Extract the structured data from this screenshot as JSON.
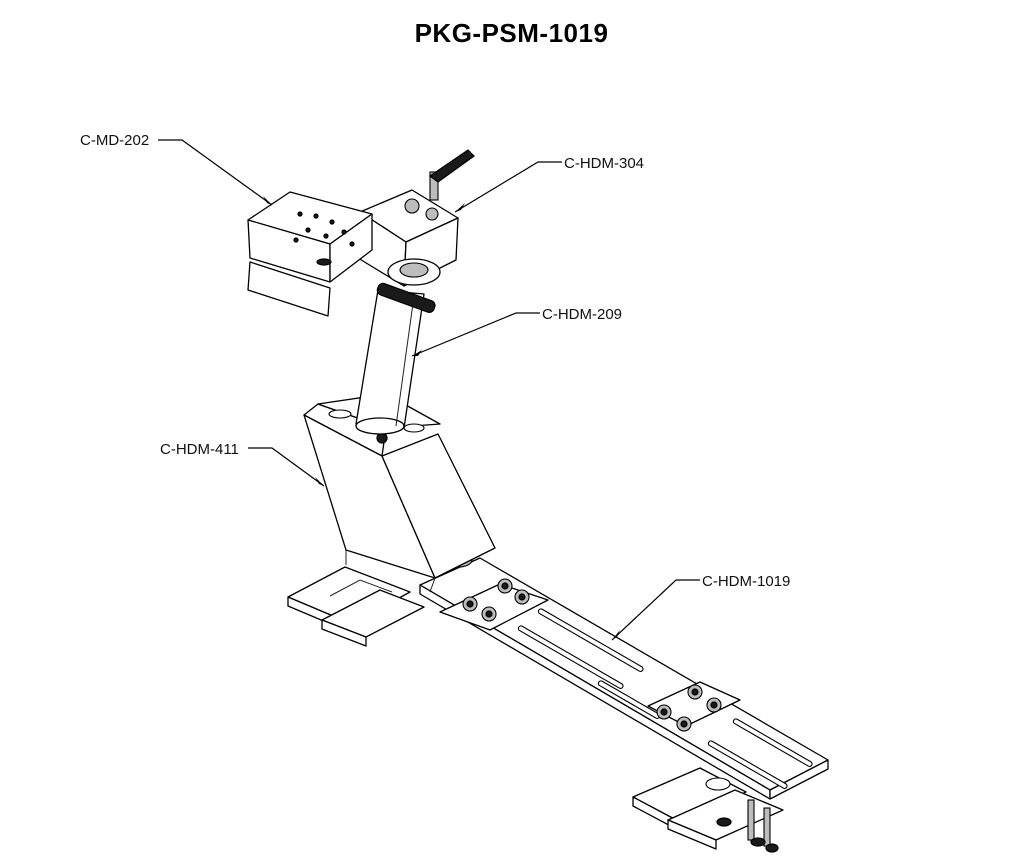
{
  "title": "PKG-PSM-1019",
  "callouts": {
    "md202": "C-MD-202",
    "hdm304": "C-HDM-304",
    "hdm209": "C-HDM-209",
    "hdm411": "C-HDM-411",
    "hdm1019": "C-HDM-1019"
  }
}
